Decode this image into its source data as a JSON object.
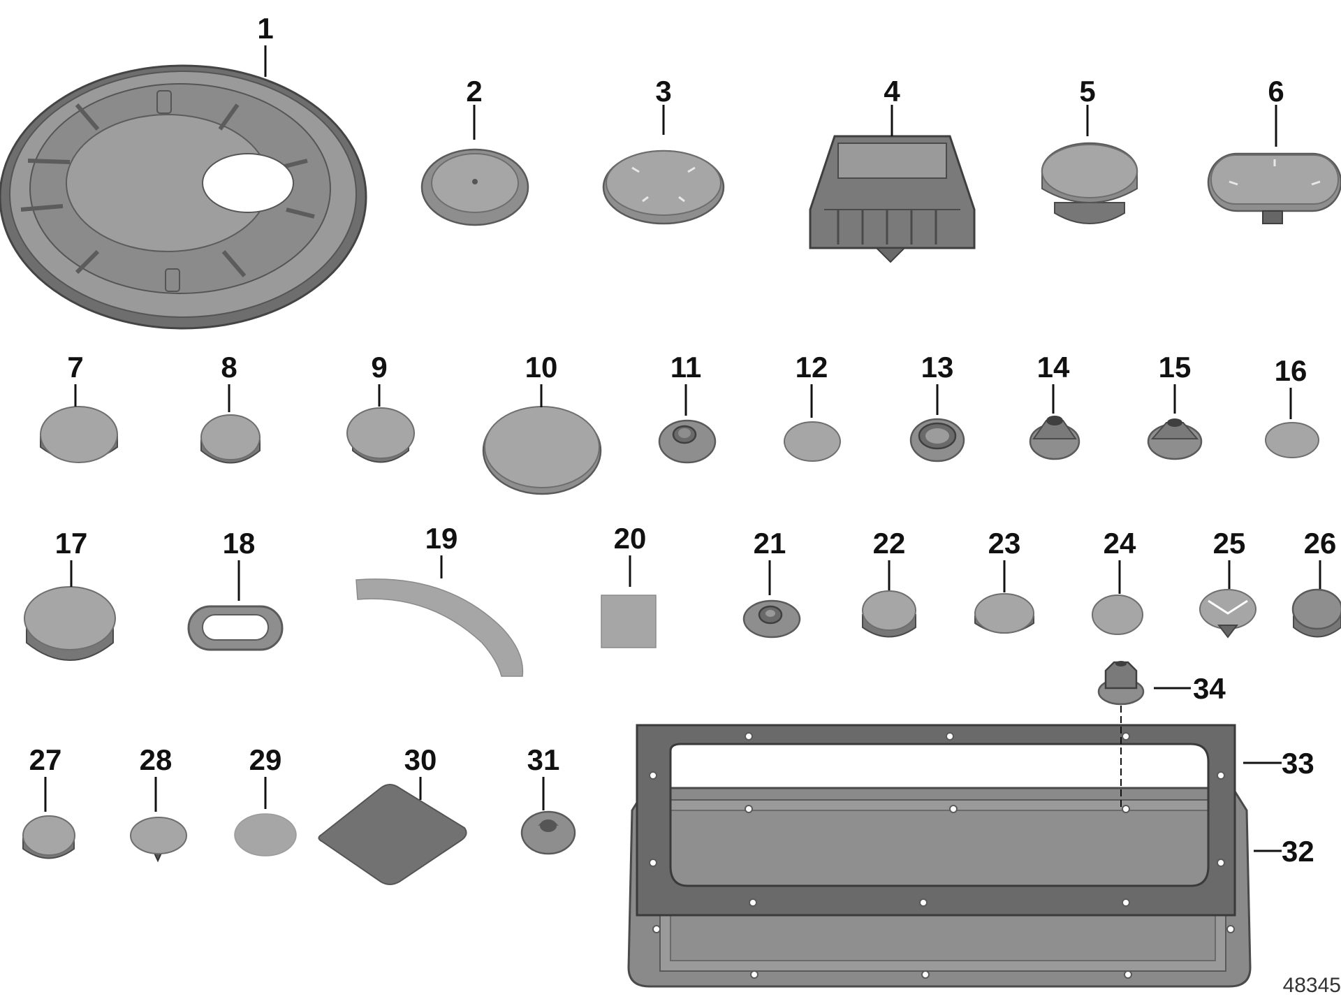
{
  "diagram": {
    "reference_number": "48345",
    "parts": [
      {
        "id": "p1",
        "label": "1"
      },
      {
        "id": "p2",
        "label": "2"
      },
      {
        "id": "p3",
        "label": "3"
      },
      {
        "id": "p4",
        "label": "4"
      },
      {
        "id": "p5",
        "label": "5"
      },
      {
        "id": "p6",
        "label": "6"
      },
      {
        "id": "p7",
        "label": "7"
      },
      {
        "id": "p8",
        "label": "8"
      },
      {
        "id": "p9",
        "label": "9"
      },
      {
        "id": "p10",
        "label": "10"
      },
      {
        "id": "p11",
        "label": "11"
      },
      {
        "id": "p12",
        "label": "12"
      },
      {
        "id": "p13",
        "label": "13"
      },
      {
        "id": "p14",
        "label": "14"
      },
      {
        "id": "p15",
        "label": "15"
      },
      {
        "id": "p16",
        "label": "16"
      },
      {
        "id": "p17",
        "label": "17"
      },
      {
        "id": "p18",
        "label": "18"
      },
      {
        "id": "p19",
        "label": "19"
      },
      {
        "id": "p20",
        "label": "20"
      },
      {
        "id": "p21",
        "label": "21"
      },
      {
        "id": "p22",
        "label": "22"
      },
      {
        "id": "p23",
        "label": "23"
      },
      {
        "id": "p24",
        "label": "24"
      },
      {
        "id": "p25",
        "label": "25"
      },
      {
        "id": "p26",
        "label": "26"
      },
      {
        "id": "p27",
        "label": "27"
      },
      {
        "id": "p28",
        "label": "28"
      },
      {
        "id": "p29",
        "label": "29"
      },
      {
        "id": "p30",
        "label": "30"
      },
      {
        "id": "p31",
        "label": "31"
      },
      {
        "id": "p32",
        "label": "32"
      },
      {
        "id": "p33",
        "label": "33"
      },
      {
        "id": "p34",
        "label": "34"
      }
    ]
  }
}
